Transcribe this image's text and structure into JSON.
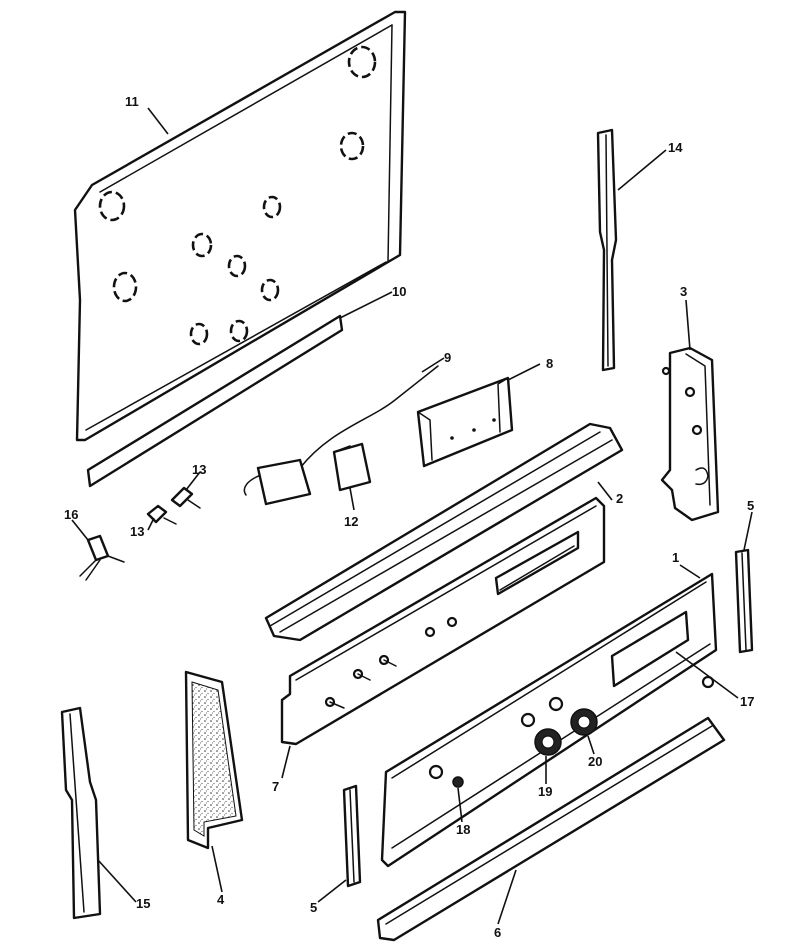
{
  "diagram": {
    "callouts": [
      "1",
      "2",
      "3",
      "4",
      "5",
      "5",
      "6",
      "7",
      "8",
      "9",
      "10",
      "11",
      "12",
      "13",
      "13",
      "14",
      "15",
      "16",
      "17",
      "18",
      "19",
      "20"
    ]
  }
}
